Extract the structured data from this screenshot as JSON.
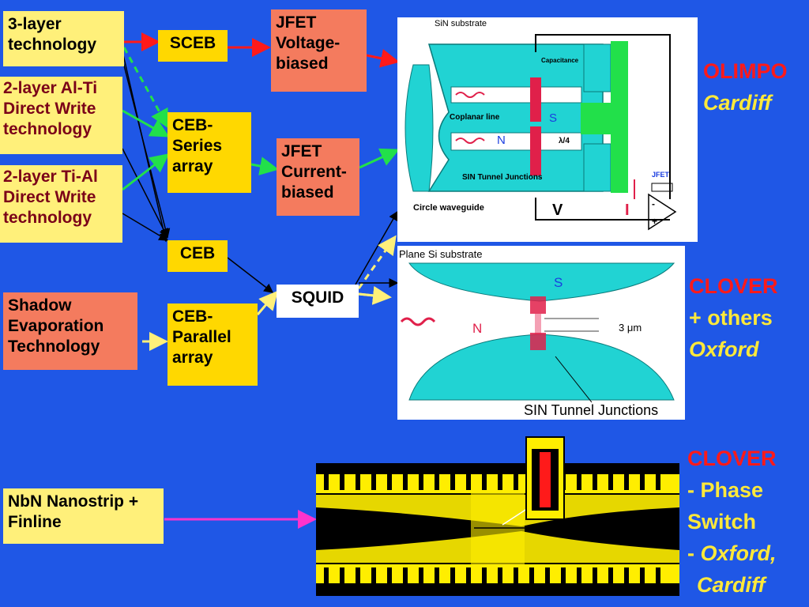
{
  "boxes": {
    "three_layer": "3-layer technology",
    "two_layer_alti": "2-layer Al-Ti Direct Write technology",
    "two_layer_tial": "2-layer Ti-Al Direct Write technology",
    "shadow": "Shadow Evaporation Technology",
    "nbn": "NbN Nanostrip + Finline",
    "sceb": "SCEB",
    "ceb_series": "CEB-Series array",
    "ceb": "CEB",
    "ceb_parallel": "CEB-Parallel array",
    "jfet_voltage": "JFET Voltage-biased",
    "jfet_current": "JFET Current-biased",
    "squid": "SQUID"
  },
  "diagram1": {
    "sin_substrate": "SiN substrate",
    "capacitance": "Capacitance",
    "coplanar_line": "Coplanar line",
    "s": "S",
    "n": "N",
    "lambda": "λ/4",
    "tunnel_junctions": "SIN Tunnel Junctions",
    "circle_waveguide": "Circle waveguide",
    "jfet": "JFET",
    "v": "V",
    "i": "I",
    "minus": "-",
    "plus": "+"
  },
  "diagram2": {
    "plane_si": "Plane Si substrate",
    "s": "S",
    "n": "N",
    "gap": "3 μm",
    "tunnel_junctions": "SIN Tunnel Junctions"
  },
  "labels": {
    "olimpo": "OLIMPO",
    "cardiff1": "Cardiff",
    "clover1": "CLOVER",
    "others": "+ others",
    "oxford1": "Oxford",
    "clover2": "CLOVER",
    "phase_dash": "- ",
    "phase": "Phase",
    "switch": "Switch",
    "oxford_dash": "- ",
    "oxford2": "Oxford,",
    "cardiff2": "Cardiff"
  },
  "colors": {
    "background": "#1f57e6",
    "box_yellow": "#ffd800",
    "box_salmon": "#f47b5e",
    "waveguide_cyan": "#21d3d3",
    "arrow_red": "#ff1a1a",
    "arrow_green": "#22e04a",
    "arrow_lightyellow": "#fff07a",
    "arrow_magenta": "#ff33cc"
  }
}
